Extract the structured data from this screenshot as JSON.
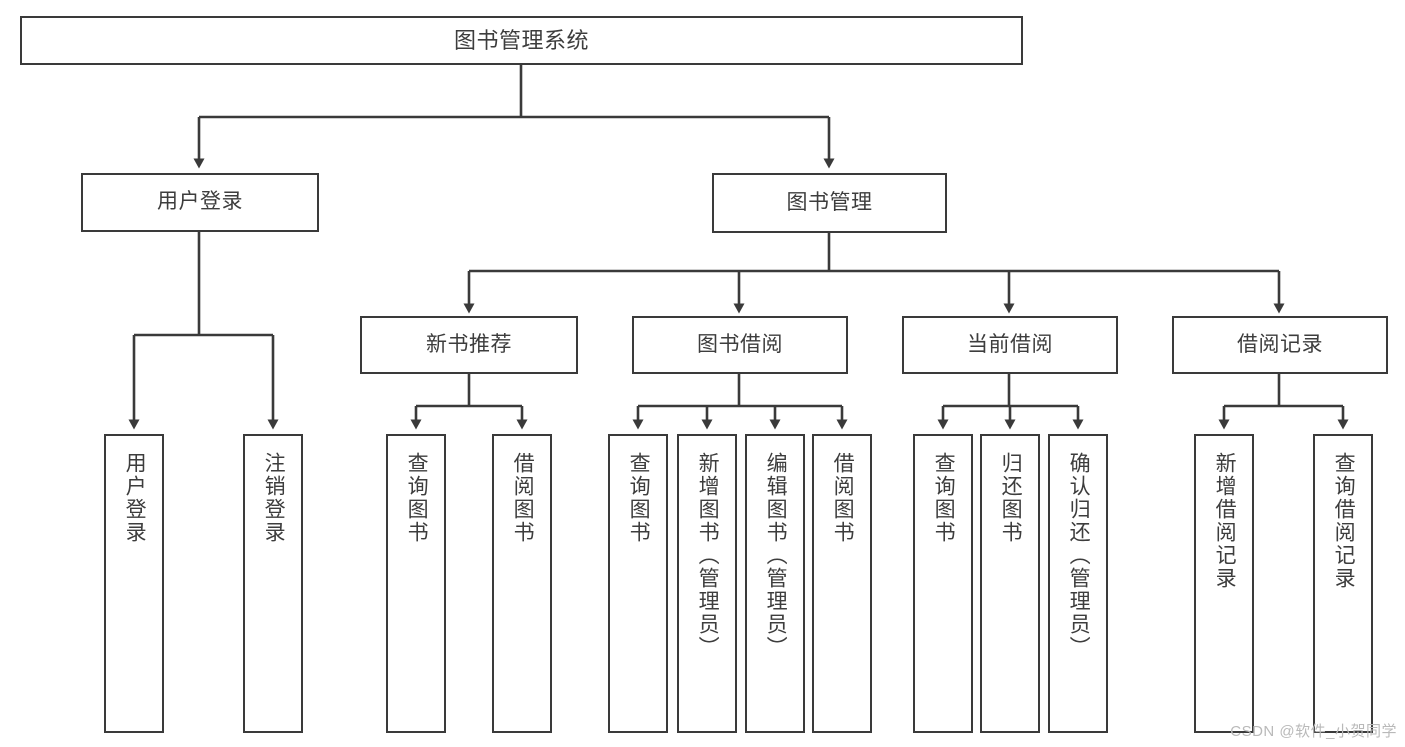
{
  "diagram": {
    "title": "图书管理系统",
    "type": "tree",
    "watermark": "CSDN @软件_小贺同学",
    "colors": {
      "box_border": "#3a3a3a",
      "box_fill": "#ffffff",
      "edge": "#3a3a3a",
      "text": "#3d3d3d",
      "watermark": "#b9b9b9",
      "background": "#ffffff"
    },
    "nodes": {
      "root": {
        "label": "图书管理系统"
      },
      "level2": [
        {
          "label": "用户登录"
        },
        {
          "label": "图书管理"
        }
      ],
      "level3": [
        {
          "label": "新书推荐"
        },
        {
          "label": "图书借阅"
        },
        {
          "label": "当前借阅"
        },
        {
          "label": "借阅记录"
        }
      ],
      "leaves": {
        "user_login": [
          {
            "label": "用户登录"
          },
          {
            "label": "注销登录"
          }
        ],
        "new_book": [
          {
            "label": "查询图书"
          },
          {
            "label": "借阅图书"
          }
        ],
        "book_borrow": [
          {
            "label": "查询图书"
          },
          {
            "label": "新增图书（管理员）"
          },
          {
            "label": "编辑图书（管理员）"
          },
          {
            "label": "借阅图书"
          }
        ],
        "current_borrow": [
          {
            "label": "查询图书"
          },
          {
            "label": "归还图书"
          },
          {
            "label": "确认归还（管理员）"
          }
        ],
        "borrow_record": [
          {
            "label": "新增借阅记录"
          },
          {
            "label": "查询借阅记录"
          }
        ]
      }
    }
  }
}
